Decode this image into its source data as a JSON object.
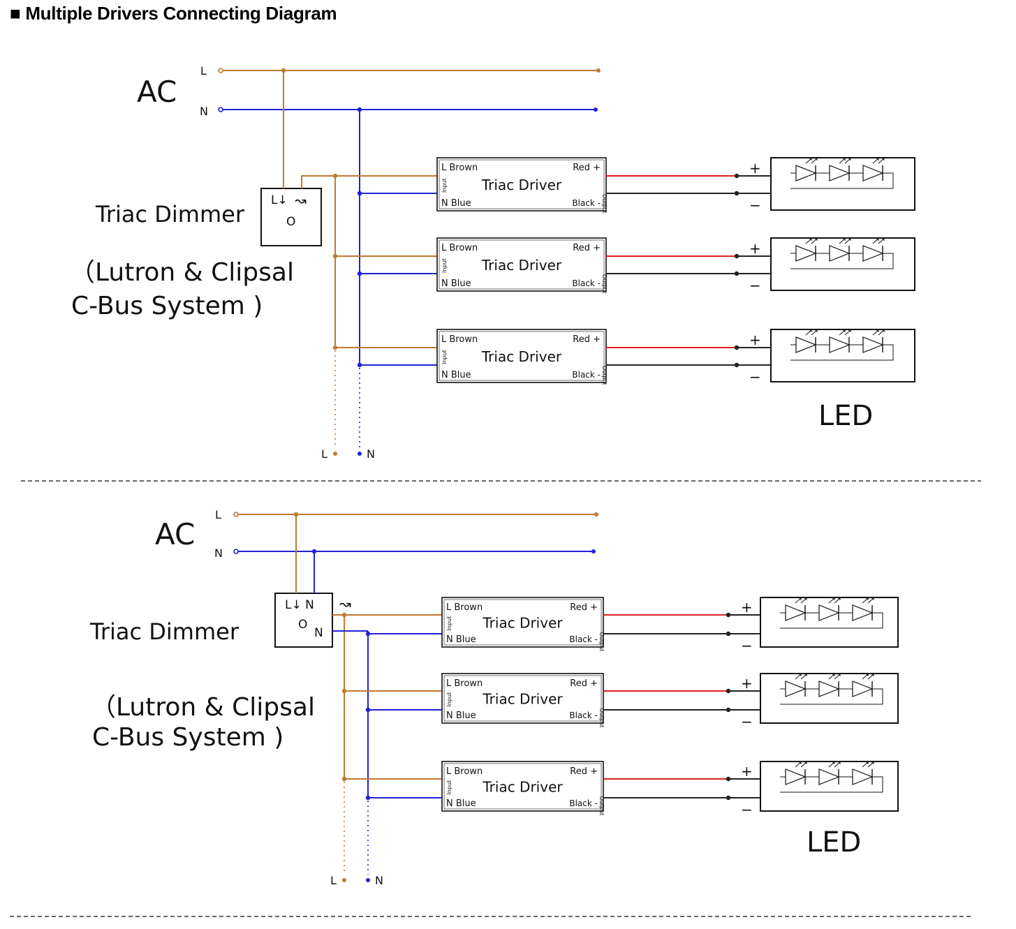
{
  "page_title": "■ Multiple Drivers Connecting Diagram",
  "colors": {
    "live_wire": "#c07a30",
    "neutral_wire": "#2020d8",
    "positive_wire": "#e02020",
    "negative_wire": "#222222",
    "separator": "#333333"
  },
  "diagrams": [
    {
      "ac_label": "AC",
      "l_label": "L",
      "n_label": "N",
      "dimmer_label": "Triac Dimmer",
      "dimmer_box_line1": "L↓",
      "dimmer_box_dim_icon": "↝",
      "dimmer_box_knob": "O",
      "system_line1": "（Lutron & Clipsal",
      "system_line2": "C-Bus System )",
      "drivers": [
        {
          "title": "Triac Driver",
          "l_in": "L Brown",
          "n_in": "N Blue",
          "pos_out": "Red +",
          "neg_out": "Black -",
          "input_tag": "Input",
          "output_tag": "Output"
        },
        {
          "title": "Triac Driver",
          "l_in": "L Brown",
          "n_in": "N Blue",
          "pos_out": "Red +",
          "neg_out": "Black -",
          "input_tag": "Input",
          "output_tag": "Output"
        },
        {
          "title": "Triac Driver",
          "l_in": "L Brown",
          "n_in": "N Blue",
          "pos_out": "Red +",
          "neg_out": "Black -",
          "input_tag": "Input",
          "output_tag": "Output"
        }
      ],
      "plus": "+",
      "minus": "−",
      "led_label": "LED",
      "bottom_l": "L",
      "bottom_n": "N"
    },
    {
      "ac_label": "AC",
      "l_label": "L",
      "n_label": "N",
      "dimmer_label": "Triac Dimmer",
      "dimmer_box_line1": "L↓ N",
      "dimmer_box_dim_icon": "↝",
      "dimmer_box_knob": "O",
      "dimmer_box_n": "N",
      "system_line1": "（Lutron & Clipsal",
      "system_line2": "C-Bus System )",
      "drivers": [
        {
          "title": "Triac Driver",
          "l_in": "L Brown",
          "n_in": "N Blue",
          "pos_out": "Red +",
          "neg_out": "Black -",
          "input_tag": "Input",
          "output_tag": "Output"
        },
        {
          "title": "Triac Driver",
          "l_in": "L Brown",
          "n_in": "N Blue",
          "pos_out": "Red +",
          "neg_out": "Black -",
          "input_tag": "Input",
          "output_tag": "Output"
        },
        {
          "title": "Triac Driver",
          "l_in": "L Brown",
          "n_in": "N Blue",
          "pos_out": "Red +",
          "neg_out": "Black -",
          "input_tag": "Input",
          "output_tag": "Output"
        }
      ],
      "plus": "+",
      "minus": "−",
      "led_label": "LED",
      "bottom_l": "L",
      "bottom_n": "N"
    }
  ]
}
